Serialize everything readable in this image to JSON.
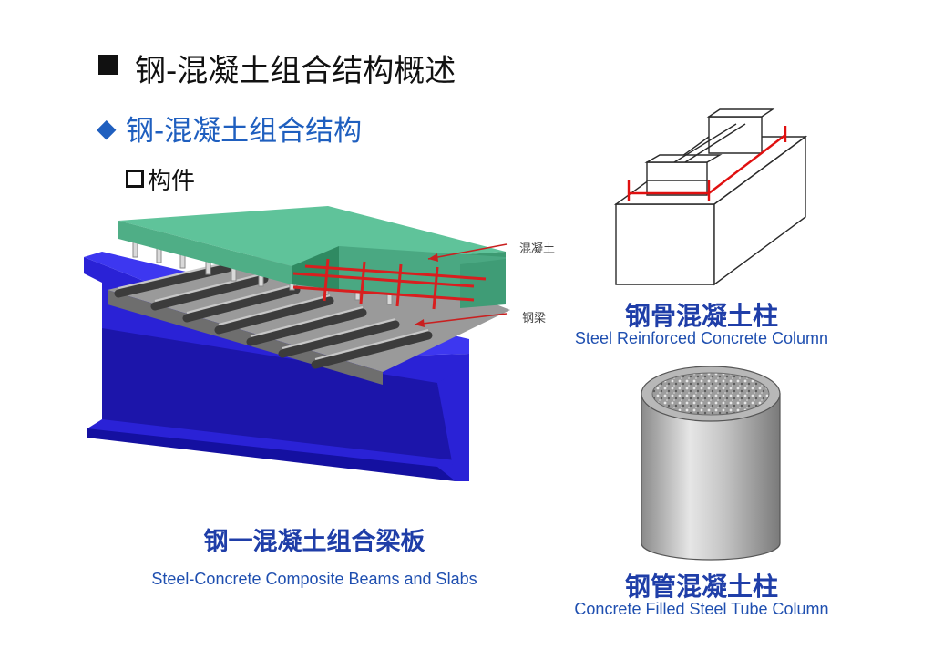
{
  "header": {
    "title": "钢-混凝土组合结构概述",
    "subtitle": "钢-混凝土组合结构",
    "item": "构件"
  },
  "figures": {
    "composite_beam": {
      "label_concrete": "混凝土",
      "label_steel": "钢梁",
      "caption_cn": "钢一混凝土组合梁板",
      "caption_en": "Steel-Concrete Composite Beams and Slabs"
    },
    "src_column": {
      "caption_cn": "钢骨混凝土柱",
      "caption_en": "Steel Reinforced Concrete Column"
    },
    "cfst_column": {
      "caption_cn": "钢管混凝土柱",
      "caption_en": "Concrete Filled Steel Tube Column"
    }
  },
  "colors": {
    "title": "#111111",
    "subtitle": "#1f5fbf",
    "caption_cn": "#1f3ea8",
    "caption_en": "#1f4fb0",
    "concrete_slab": "#4fae86",
    "steel_beam": "#2a22d6",
    "rebar": "#d81f1f"
  }
}
